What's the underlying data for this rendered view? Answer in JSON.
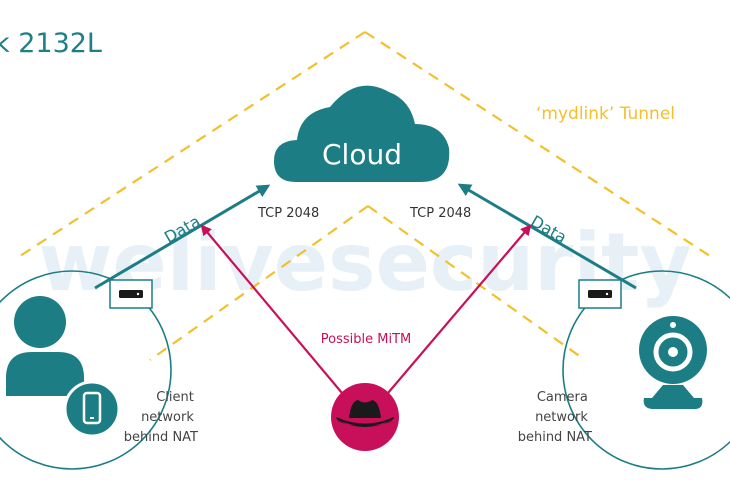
{
  "title": "k 2132L",
  "cloud_label": "Cloud",
  "tunnel_label": "‘mydlink’ Tunnel",
  "left_data_label": "Data",
  "right_data_label": "Data",
  "left_port_label": "TCP 2048",
  "right_port_label": "TCP 2048",
  "mitm_label": "Possible MiTM",
  "client_label": [
    "Client",
    "network",
    "behind NAT"
  ],
  "camera_label": [
    "Camera",
    "network",
    "behind NAT"
  ],
  "watermark": "welivesecurity",
  "colors": {
    "teal": "#1d7d85",
    "tunnel": "#f2c02c",
    "attack": "#c8105a",
    "text": "#444444",
    "watermark": "#e6f0f6"
  },
  "icons": [
    "cloud-icon",
    "user-icon",
    "phone-icon",
    "router-icon",
    "webcam-icon",
    "hacker-hat-icon"
  ]
}
